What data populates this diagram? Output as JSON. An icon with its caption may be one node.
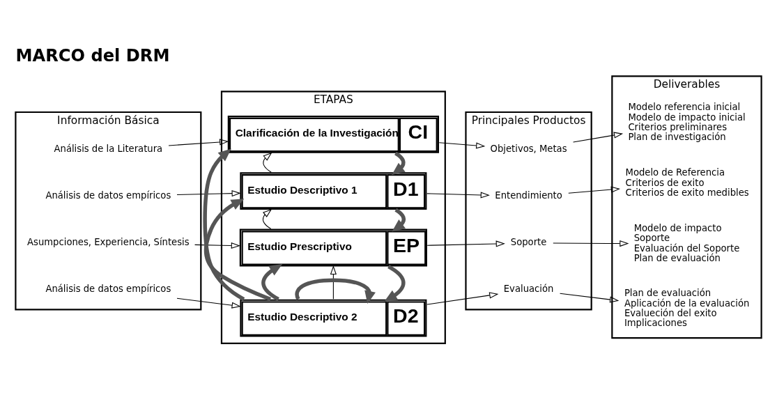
{
  "diagram": {
    "title": "MARCO del DRM",
    "nodes": [
      {
        "text": [
          "Información Básica"
        ]
      },
      {
        "text": [
          "Análisis de la Literatura"
        ],
        "in": 0
      },
      {
        "text": [
          "Análisis de datos empíricos"
        ],
        "in": 0
      },
      {
        "text": [
          "Asumpciones, Experiencia, Síntesis"
        ],
        "in": 0
      },
      {
        "text": [
          "Análisis de datos empíricos"
        ],
        "in": 0
      },
      {
        "text": [
          "ETAPAS"
        ]
      },
      {
        "text": [
          "Clarificación de la Investigación",
          "CI"
        ],
        "in": 5
      },
      {
        "text": [
          "Estudio Descriptivo 1",
          "D1"
        ],
        "in": 5
      },
      {
        "text": [
          "Estudio Prescriptivo",
          "EP"
        ],
        "in": 5
      },
      {
        "text": [
          "Estudio Descriptivo 2",
          "D2"
        ],
        "in": 5
      },
      {
        "text": [
          "Principales Productos"
        ]
      },
      {
        "text": [
          "Objetivos, Metas"
        ],
        "in": 10
      },
      {
        "text": [
          "Entendimiento"
        ],
        "in": 10
      },
      {
        "text": [
          "Soporte"
        ],
        "in": 10
      },
      {
        "text": [
          "Evaluación"
        ],
        "in": 10
      },
      {
        "text": [
          "Deliverables"
        ]
      },
      {
        "text": [
          "Modelo referencia inicial",
          "Modelo de impacto inicial",
          "Criterios preliminares",
          "Plan de investigación"
        ],
        "in": 15
      },
      {
        "text": [
          "Modelo de Referencia",
          "Criterios de exito",
          "Criterios de exito medibles"
        ],
        "in": 15
      },
      {
        "text": [
          "Modelo de impacto",
          "Soporte",
          "Evaluación del Soporte",
          "Plan de evaluación"
        ],
        "in": 15
      },
      {
        "text": [
          "Plan de evaluación",
          "Aplicación de la evaluación",
          "Evalueción del exito",
          "Implicaciones"
        ],
        "in": 15
      }
    ],
    "edges": [
      {
        "from": 1,
        "to": 6,
        "arrow": "to"
      },
      {
        "from": 2,
        "to": 7,
        "arrow": "to"
      },
      {
        "from": 3,
        "to": 8,
        "arrow": "to"
      },
      {
        "from": 4,
        "to": 9,
        "arrow": "to"
      },
      {
        "from": 6,
        "to": 7,
        "arrow": "to",
        "style": "thick",
        "color": "#555555"
      },
      {
        "from": 7,
        "to": 8,
        "arrow": "to",
        "style": "thick",
        "color": "#555555"
      },
      {
        "from": 8,
        "to": 9,
        "arrow": "to",
        "style": "thick",
        "color": "#555555"
      },
      {
        "from": 7,
        "to": 6,
        "arrow": "to"
      },
      {
        "from": 8,
        "to": 7,
        "arrow": "to"
      },
      {
        "from": 9,
        "to": 8,
        "arrow": "to"
      },
      {
        "from": 9,
        "to": 6,
        "arrow": "to",
        "style": "thick",
        "color": "#555555"
      },
      {
        "from": 9,
        "to": 7,
        "arrow": "to",
        "style": "thick",
        "color": "#555555"
      },
      {
        "from": 9,
        "to": 8,
        "arrow": "to",
        "style": "thick",
        "color": "#555555"
      },
      {
        "from": 9,
        "to": 9,
        "arrow": "to",
        "style": "thick",
        "color": "#555555"
      },
      {
        "from": 6,
        "to": 11,
        "arrow": "to"
      },
      {
        "from": 7,
        "to": 12,
        "arrow": "to"
      },
      {
        "from": 8,
        "to": 13,
        "arrow": "to"
      },
      {
        "from": 9,
        "to": 14,
        "arrow": "to"
      },
      {
        "from": 11,
        "to": 16,
        "arrow": "to"
      },
      {
        "from": 12,
        "to": 17,
        "arrow": "to"
      },
      {
        "from": 13,
        "to": 18,
        "arrow": "to"
      },
      {
        "from": 14,
        "to": 19,
        "arrow": "to"
      }
    ]
  }
}
